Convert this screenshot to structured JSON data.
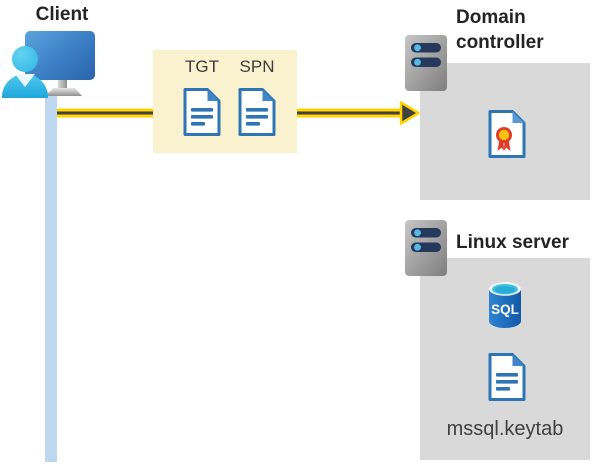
{
  "client": {
    "label": "Client"
  },
  "token_box": {
    "tgt": "TGT",
    "spn": "SPN"
  },
  "domain_controller": {
    "label": "Domain controller"
  },
  "linux_server": {
    "label": "Linux server"
  },
  "sql_icon": {
    "label": "SQL"
  },
  "keytab": {
    "label": "mssql.keytab"
  },
  "colors": {
    "highlight_box_yellow": "#FAF2CE",
    "arrow_yellow": "#FFD400",
    "arrow_core_dark": "#414141",
    "connector_light_blue": "#BDD7EE",
    "panel_gray": "#D9D9D9",
    "document_blue": "#2E75B6",
    "sql_body_blue": "#1668C1",
    "sql_top_cyan": "#3FC0E3",
    "seal_red": "#E23B2E",
    "seal_yellow": "#FFC20E",
    "server_pill_navy": "#24395B",
    "server_dot_blue": "#57BBE8",
    "monitor_blue": "#3B7EC4",
    "person_cyan": "#2FB6E4"
  }
}
